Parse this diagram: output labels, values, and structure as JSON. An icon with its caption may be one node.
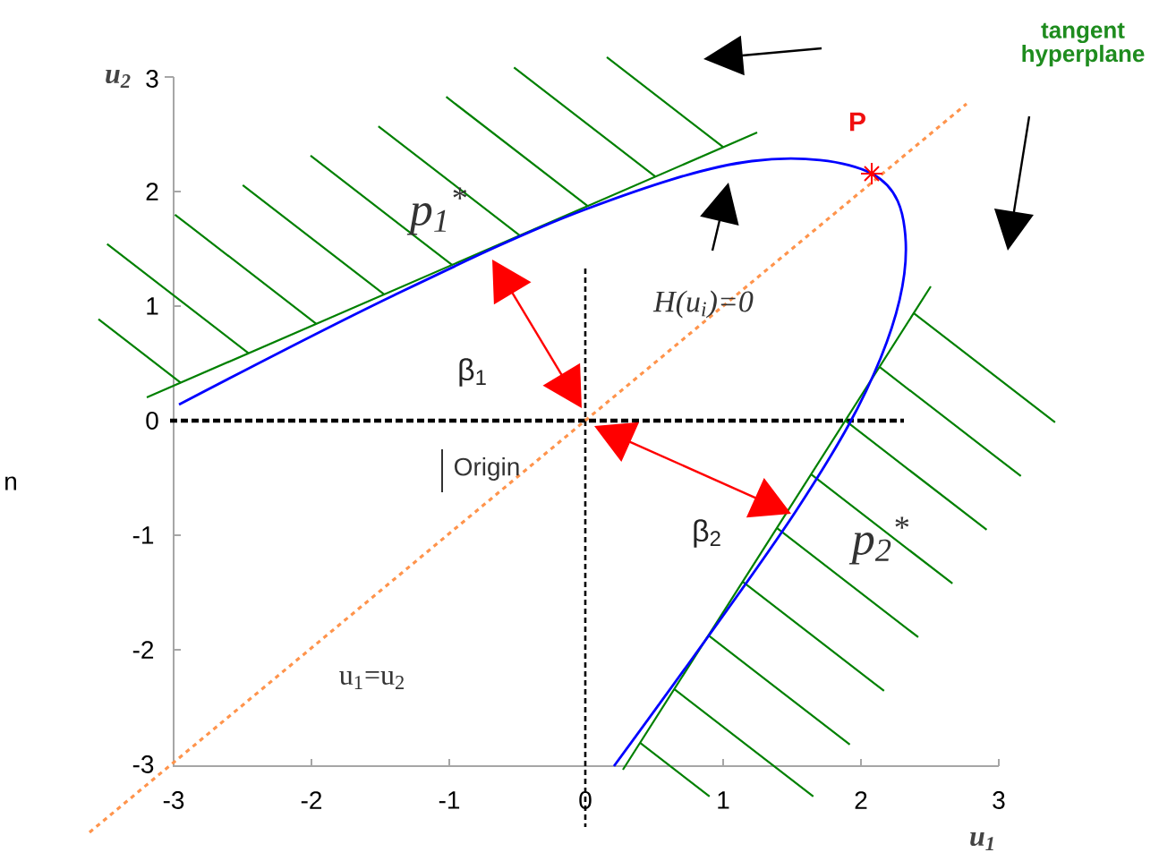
{
  "diagram": {
    "labels": [
      "tangent hyperplane",
      "u$_{2}$",
      "3",
      "P",
      "2",
      "p$_{1}$$^{*}$",
      "1",
      "H(u$_{i}$)=0",
      "β$_{1}$",
      "0",
      "n",
      "Origin",
      "-1",
      "β$_{2}$",
      "p$_{2}$$^{*}$",
      "-2",
      "u$_{1}$=u$_{2}$",
      "-3",
      "-3",
      "-2",
      "-1",
      "0",
      "1",
      "2",
      "3",
      "u$_{1}$"
    ]
  }
}
